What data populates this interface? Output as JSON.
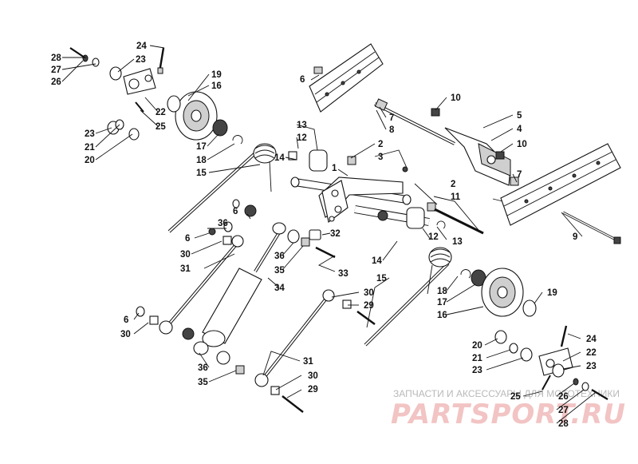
{
  "callouts": {
    "c1": "1",
    "c2a": "2",
    "c2b": "2",
    "c3": "3",
    "c4": "4",
    "c5": "5",
    "c6a": "6",
    "c6b": "6",
    "c6c": "6",
    "c6d": "6",
    "c7a": "7",
    "c7b": "7",
    "c8": "8",
    "c9": "9",
    "c10a": "10",
    "c10b": "10",
    "c11": "11",
    "c12a": "12",
    "c12b": "12",
    "c13a": "13",
    "c13b": "13",
    "c14a": "14",
    "c14b": "14",
    "c15a": "15",
    "c15b": "15",
    "c16a": "16",
    "c16b": "16",
    "c17a": "17",
    "c17b": "17",
    "c18a": "18",
    "c18b": "18",
    "c19a": "19",
    "c19b": "19",
    "c20a": "20",
    "c20b": "20",
    "c21a": "21",
    "c21b": "21",
    "c22a": "22",
    "c22b": "22",
    "c23a": "23",
    "c23b": "23",
    "c23c": "23",
    "c23d": "23",
    "c24a": "24",
    "c24b": "24",
    "c25a": "25",
    "c25b": "25",
    "c26a": "26",
    "c26b": "26",
    "c27a": "27",
    "c27b": "27",
    "c28a": "28",
    "c28b": "28",
    "c29a": "29",
    "c29b": "29",
    "c30a": "30",
    "c30b": "30",
    "c30c": "30",
    "c30d": "30",
    "c31a": "31",
    "c31b": "31",
    "c32": "32",
    "c33": "33",
    "c34": "34",
    "c35a": "35",
    "c35b": "35",
    "c36a": "36",
    "c36b": "36",
    "c36c": "36"
  },
  "watermark": {
    "tagline": "ЗАПЧАСТИ И АКСЕССУАРЫ ДЛЯ МОТОТЕХНИКИ",
    "brand": "PARTSPORT.RU"
  }
}
